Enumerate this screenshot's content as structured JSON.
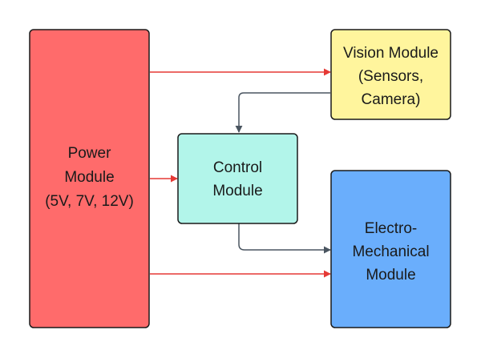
{
  "diagram": {
    "nodes": {
      "power": {
        "lines": [
          "Power",
          "Module",
          "(5V, 7V, 12V)"
        ],
        "fill": "#ff6b6b"
      },
      "vision": {
        "lines": [
          "Vision Module",
          "(Sensors,",
          "Camera)"
        ],
        "fill": "#fff59d"
      },
      "control": {
        "lines": [
          "Control",
          "Module"
        ],
        "fill": "#b2f5ea"
      },
      "electro": {
        "lines": [
          "Electro-",
          "Mechanical",
          "Module"
        ],
        "fill": "#6aaefc"
      }
    },
    "edges": [
      {
        "from": "power",
        "to": "vision",
        "color": "#e53935"
      },
      {
        "from": "power",
        "to": "control",
        "color": "#e53935"
      },
      {
        "from": "power",
        "to": "electro",
        "color": "#e53935"
      },
      {
        "from": "vision",
        "to": "control",
        "color": "#4a5560"
      },
      {
        "from": "control",
        "to": "electro",
        "color": "#4a5560"
      }
    ],
    "stroke_color": "#1a1a1a"
  }
}
